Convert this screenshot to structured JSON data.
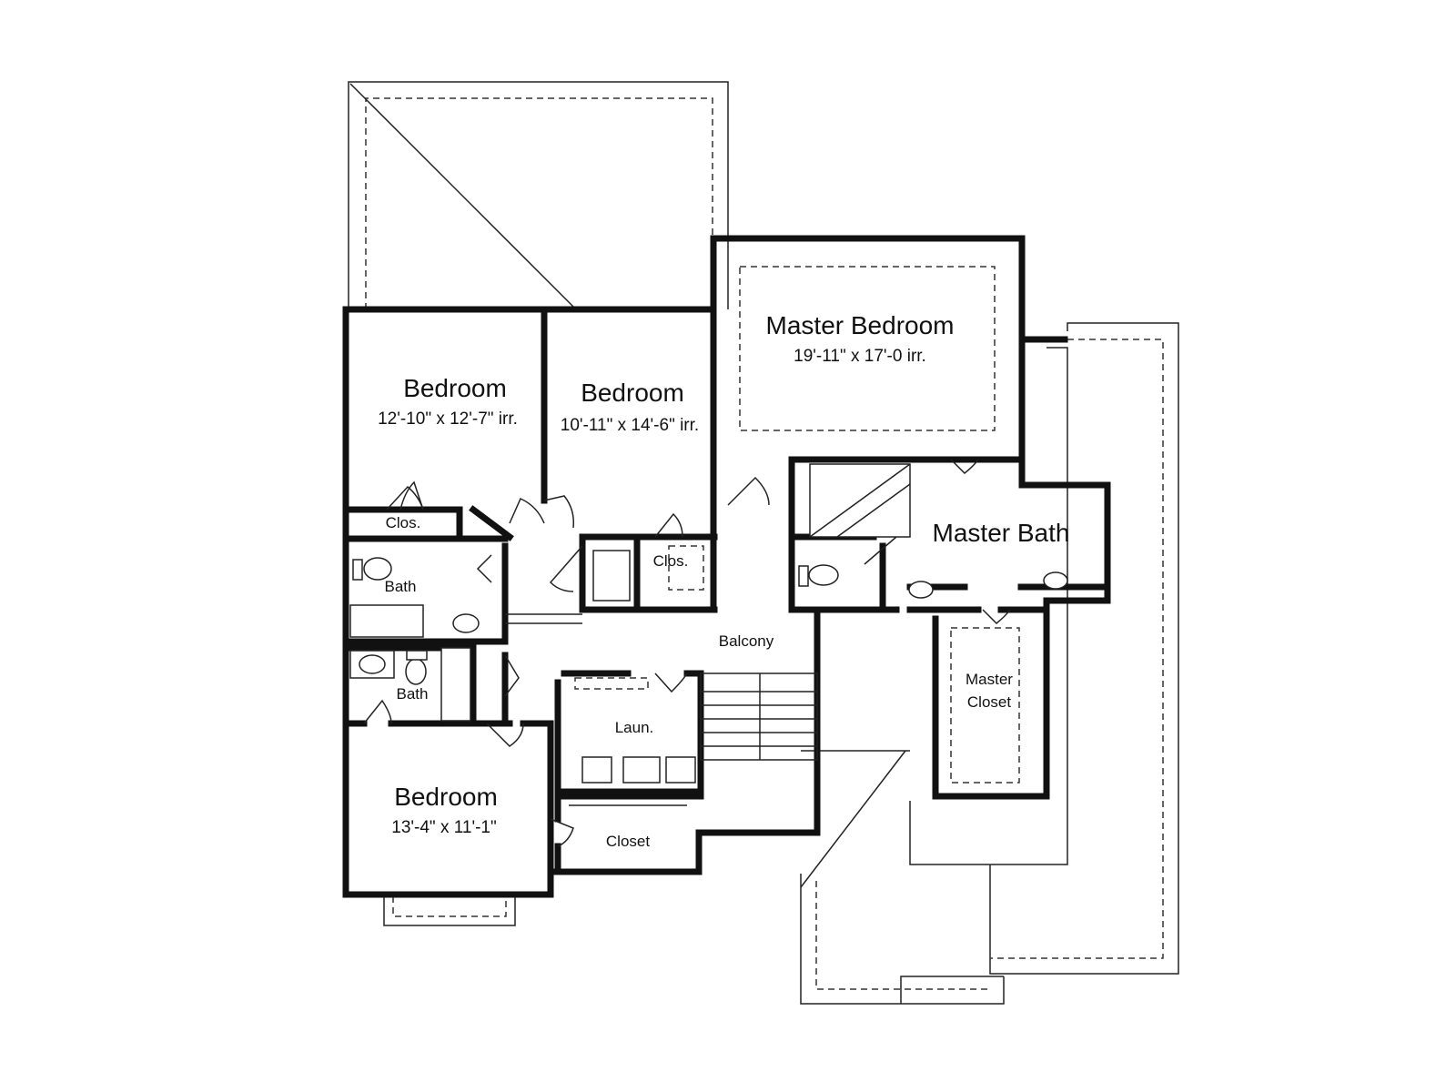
{
  "rooms": {
    "master_bedroom": {
      "name": "Master Bedroom",
      "size": "19'-11\" x 17'-0 irr."
    },
    "bedroom_1": {
      "name": "Bedroom",
      "size": "12'-10\" x 12'-7\" irr."
    },
    "bedroom_2": {
      "name": "Bedroom",
      "size": "10'-11\" x 14'-6\" irr."
    },
    "bedroom_3": {
      "name": "Bedroom",
      "size": "13'-4\" x 11'-1\""
    },
    "master_bath": {
      "name": "Master Bath"
    },
    "master_closet": {
      "line1": "Master",
      "line2": "Closet"
    },
    "closet_1": {
      "name": "Clos."
    },
    "closet_2": {
      "name": "Clos."
    },
    "closet_3": {
      "name": "Closet"
    },
    "bath_1": {
      "name": "Bath"
    },
    "bath_2": {
      "name": "Bath"
    },
    "laundry": {
      "name": "Laun."
    },
    "balcony": {
      "name": "Balcony"
    }
  }
}
